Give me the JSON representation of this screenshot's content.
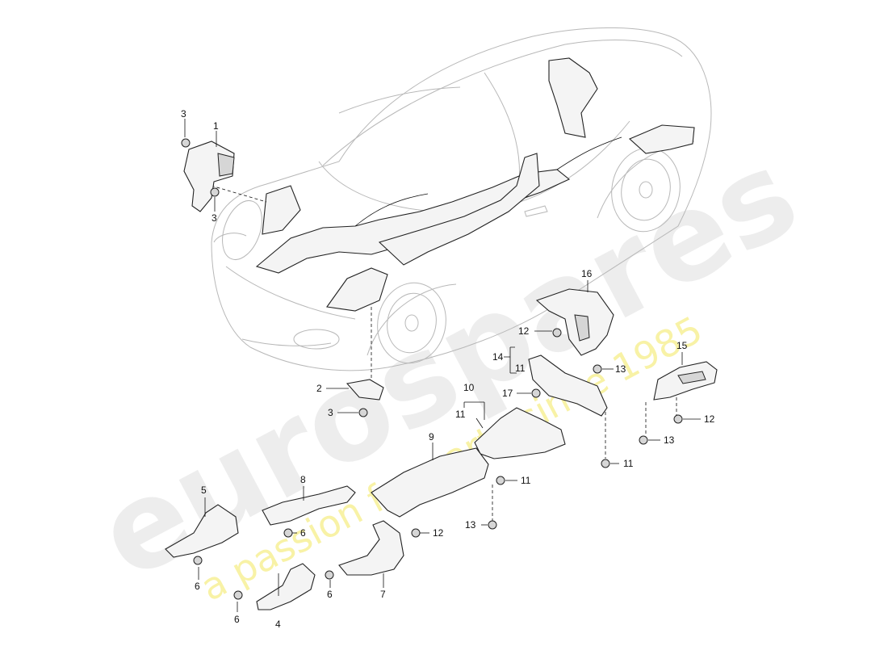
{
  "watermark": {
    "brand": "eurospares",
    "tagline": "a passion for parts since 1985"
  },
  "callouts": [
    {
      "id": "c1a",
      "label": "1"
    },
    {
      "id": "c3a",
      "label": "3"
    },
    {
      "id": "c3b",
      "label": "3"
    },
    {
      "id": "c2",
      "label": "2"
    },
    {
      "id": "c3c",
      "label": "3"
    },
    {
      "id": "c16",
      "label": "16"
    },
    {
      "id": "c12a",
      "label": "12"
    },
    {
      "id": "c14",
      "label": "14"
    },
    {
      "id": "c11a",
      "label": "11"
    },
    {
      "id": "c13a",
      "label": "13"
    },
    {
      "id": "c17",
      "label": "17"
    },
    {
      "id": "c15",
      "label": "15"
    },
    {
      "id": "c12b",
      "label": "12"
    },
    {
      "id": "c13b",
      "label": "13"
    },
    {
      "id": "c10",
      "label": "10"
    },
    {
      "id": "c11b",
      "label": "11"
    },
    {
      "id": "c11c",
      "label": "11"
    },
    {
      "id": "c9",
      "label": "9"
    },
    {
      "id": "c11d",
      "label": "11"
    },
    {
      "id": "c8",
      "label": "8"
    },
    {
      "id": "c5",
      "label": "5"
    },
    {
      "id": "c6a",
      "label": "6"
    },
    {
      "id": "c12c",
      "label": "12"
    },
    {
      "id": "c13c",
      "label": "13"
    },
    {
      "id": "c6b",
      "label": "6"
    },
    {
      "id": "c7",
      "label": "7"
    },
    {
      "id": "c6c",
      "label": "6"
    },
    {
      "id": "c6d",
      "label": "6"
    },
    {
      "id": "c4",
      "label": "4"
    }
  ]
}
